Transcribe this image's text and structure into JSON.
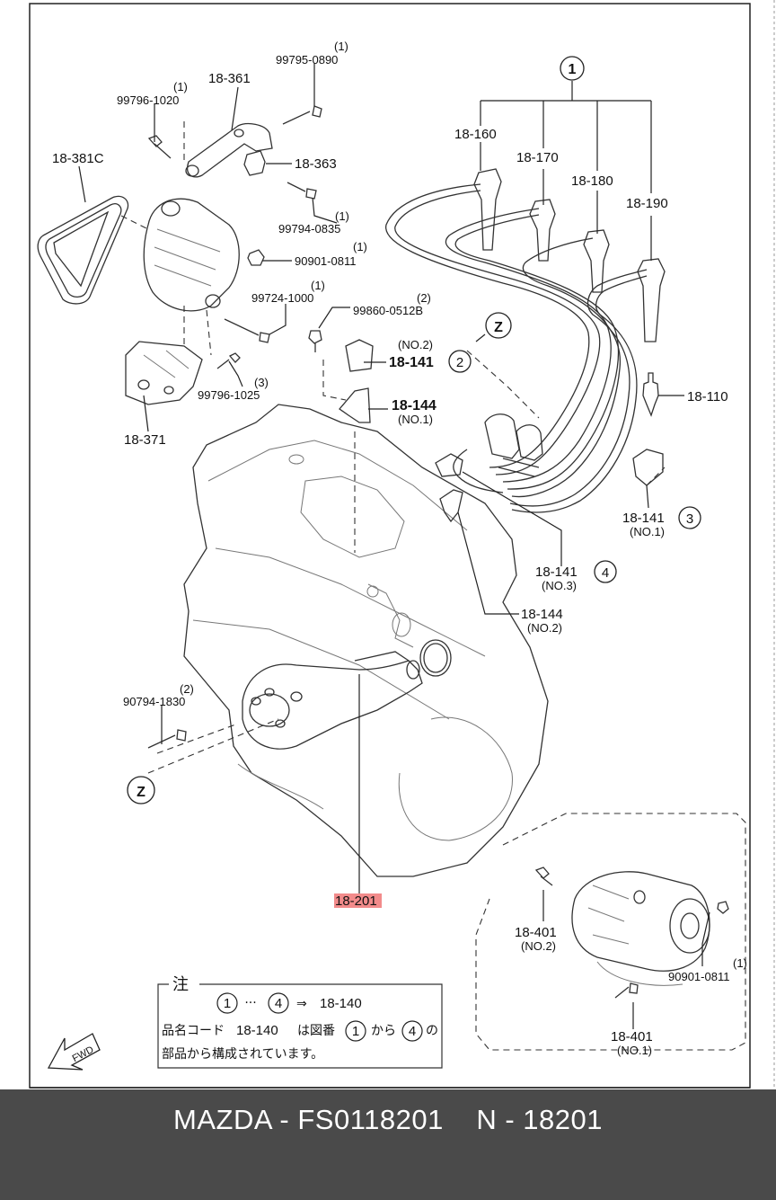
{
  "callouts": {
    "c1": "1",
    "c2": "2",
    "c3": "3",
    "c4": "4",
    "z": "Z"
  },
  "labels": {
    "p18_361": "18-361",
    "p99795": "99795-0890",
    "q99795": "(1)",
    "p99796_1020": "99796-1020",
    "q99796_1020": "(1)",
    "p18_381c": "18-381C",
    "p18_363": "18-363",
    "p99794": "99794-0835",
    "q99794": "(1)",
    "p90901_top": "90901-0811",
    "q90901_top": "(1)",
    "p99724": "99724-1000",
    "q99724": "(1)",
    "p99860": "99860-0512B",
    "q99860": "(2)",
    "p99796_1025": "99796-1025",
    "q99796_1025": "(3)",
    "p18_371": "18-371",
    "p18_160": "18-160",
    "p18_170": "18-170",
    "p18_180": "18-180",
    "p18_190": "18-190",
    "p18_110": "18-110",
    "p18_141_no2": "18-141",
    "n18_141_no2": "(NO.2)",
    "p18_144_no1": "18-144",
    "n18_144_no1": "(NO.1)",
    "p18_141_no1": "18-141",
    "n18_141_no1": "(NO.1)",
    "p18_141_no3": "18-141",
    "n18_141_no3": "(NO.3)",
    "p18_144_no2": "18-144",
    "n18_144_no2": "(NO.2)",
    "p90794": "90794-1830",
    "q90794": "(2)",
    "p18_201": "18-201",
    "p18_401_no2": "18-401",
    "n18_401_no2": "(NO.2)",
    "p90901_bot": "90901-0811",
    "q90901_bot": "(1)",
    "p18_401_no1": "18-401",
    "n18_401_no1": "(NO.1)"
  },
  "note": {
    "title": "注",
    "range_dots": "···",
    "arrow": "⇒",
    "set_code": "18-140",
    "line2_a": "品名コード",
    "line2_code": "18-140",
    "line2_b": "は図番",
    "line2_c": "から",
    "line2_d": "の",
    "line3": "部品から構成されています。"
  },
  "fwd": "FWD",
  "footer": {
    "text": "MAZDA - FS0118201    N - 18201"
  },
  "colors": {
    "highlight": "#f28b8b",
    "footer_bg": "#4a4a4a",
    "footer_text": "#ffffff"
  }
}
